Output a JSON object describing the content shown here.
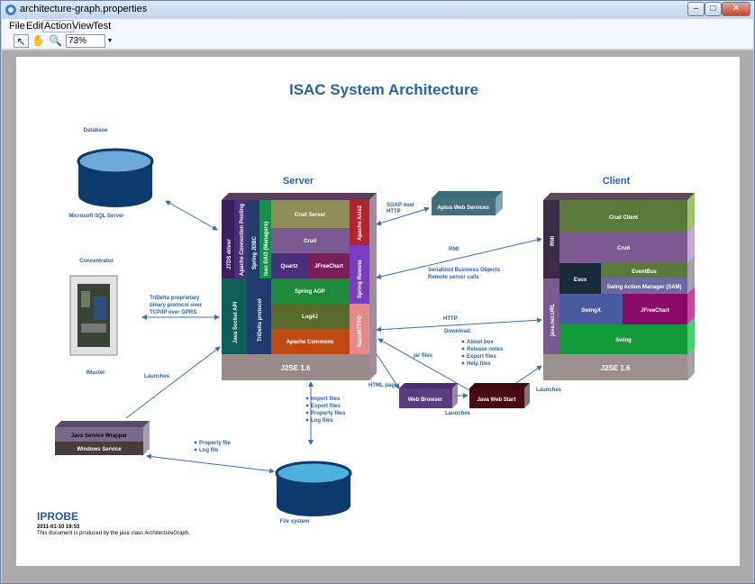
{
  "window": {
    "title": "architecture-graph.properties"
  },
  "menu": [
    "File",
    "Edit",
    "Action",
    "View",
    "Test"
  ],
  "toolbar": {
    "zoom": "73%",
    "icons": [
      "pointer-icon",
      "hand-icon",
      "zoom-icon"
    ]
  },
  "diagram": {
    "title": "ISAC System Architecture",
    "server_title": "Server",
    "client_title": "Client",
    "database_label": "Database",
    "db_name": "Microsoft SQL Server",
    "concentrator_label": "Concentrator",
    "imaster": "IMaster",
    "launches_left": "Launches",
    "tridelta_text": [
      "TriDelta proprietary",
      "binary protocol over",
      "TCP/IP over GPRS"
    ],
    "server_cols": [
      "JTDS driver",
      "Apache Connection Pooling",
      "Spring JDBC",
      "Isac DAO (Managers)"
    ],
    "server_col_bottom": [
      "Java Socket API",
      "TriDelta protocol"
    ],
    "crud_server": "Crud Server",
    "crud": "Crud",
    "quartz": "Quartz",
    "jfreechart": "JFreeChart",
    "spring_aop": "Spring AOP",
    "log4j": "Log4J",
    "apache_commons": "Apache Commons",
    "axis2": "Apache Axis2",
    "spring_remote": "Spring Remote",
    "nanohttpd": "NanoHTTPD",
    "j2se": "J2SE 1.6",
    "soap": [
      "SOAP over",
      "HTTP"
    ],
    "aptus": "Aptus Web Services",
    "rmi": "RMI",
    "serialized": [
      "Serialized Business Objects",
      "Remote server calls"
    ],
    "http": "HTTP",
    "download_title": "Download:",
    "download_items": [
      "About box",
      "Release notes",
      "Export files",
      "Help files"
    ],
    "jar_files": "jar files",
    "html_page": "HTML page",
    "web_browser": "Web Browser",
    "java_web_start": "Java Web Start",
    "launches_mid": "Launches",
    "launches_right": "Launches",
    "client_rmi": "RMI",
    "client_javanet": "java.net.URL",
    "crud_client": "Crud Client",
    "client_crud": "Crud",
    "esox": "Esox",
    "eventbus": "EventBus",
    "swing_action": "Swing Action Manager (SAM)",
    "swingx": "SwingX",
    "client_jfreechart": "JFreeChart",
    "swing": "Swing",
    "client_j2se": "J2SE 1.6",
    "import_items": [
      "Import files",
      "Export files",
      "Property files",
      "Log files"
    ],
    "jsw": "Java Service Wrapper",
    "winservice": "Windows Service",
    "prop_items": [
      "Property file",
      "Log file"
    ],
    "filesystem": "File system"
  },
  "footer": {
    "logo": "IPROBE",
    "date": "2011-01-10 16:53",
    "note": "This document is produced by the java class ArchitectureGraph."
  }
}
